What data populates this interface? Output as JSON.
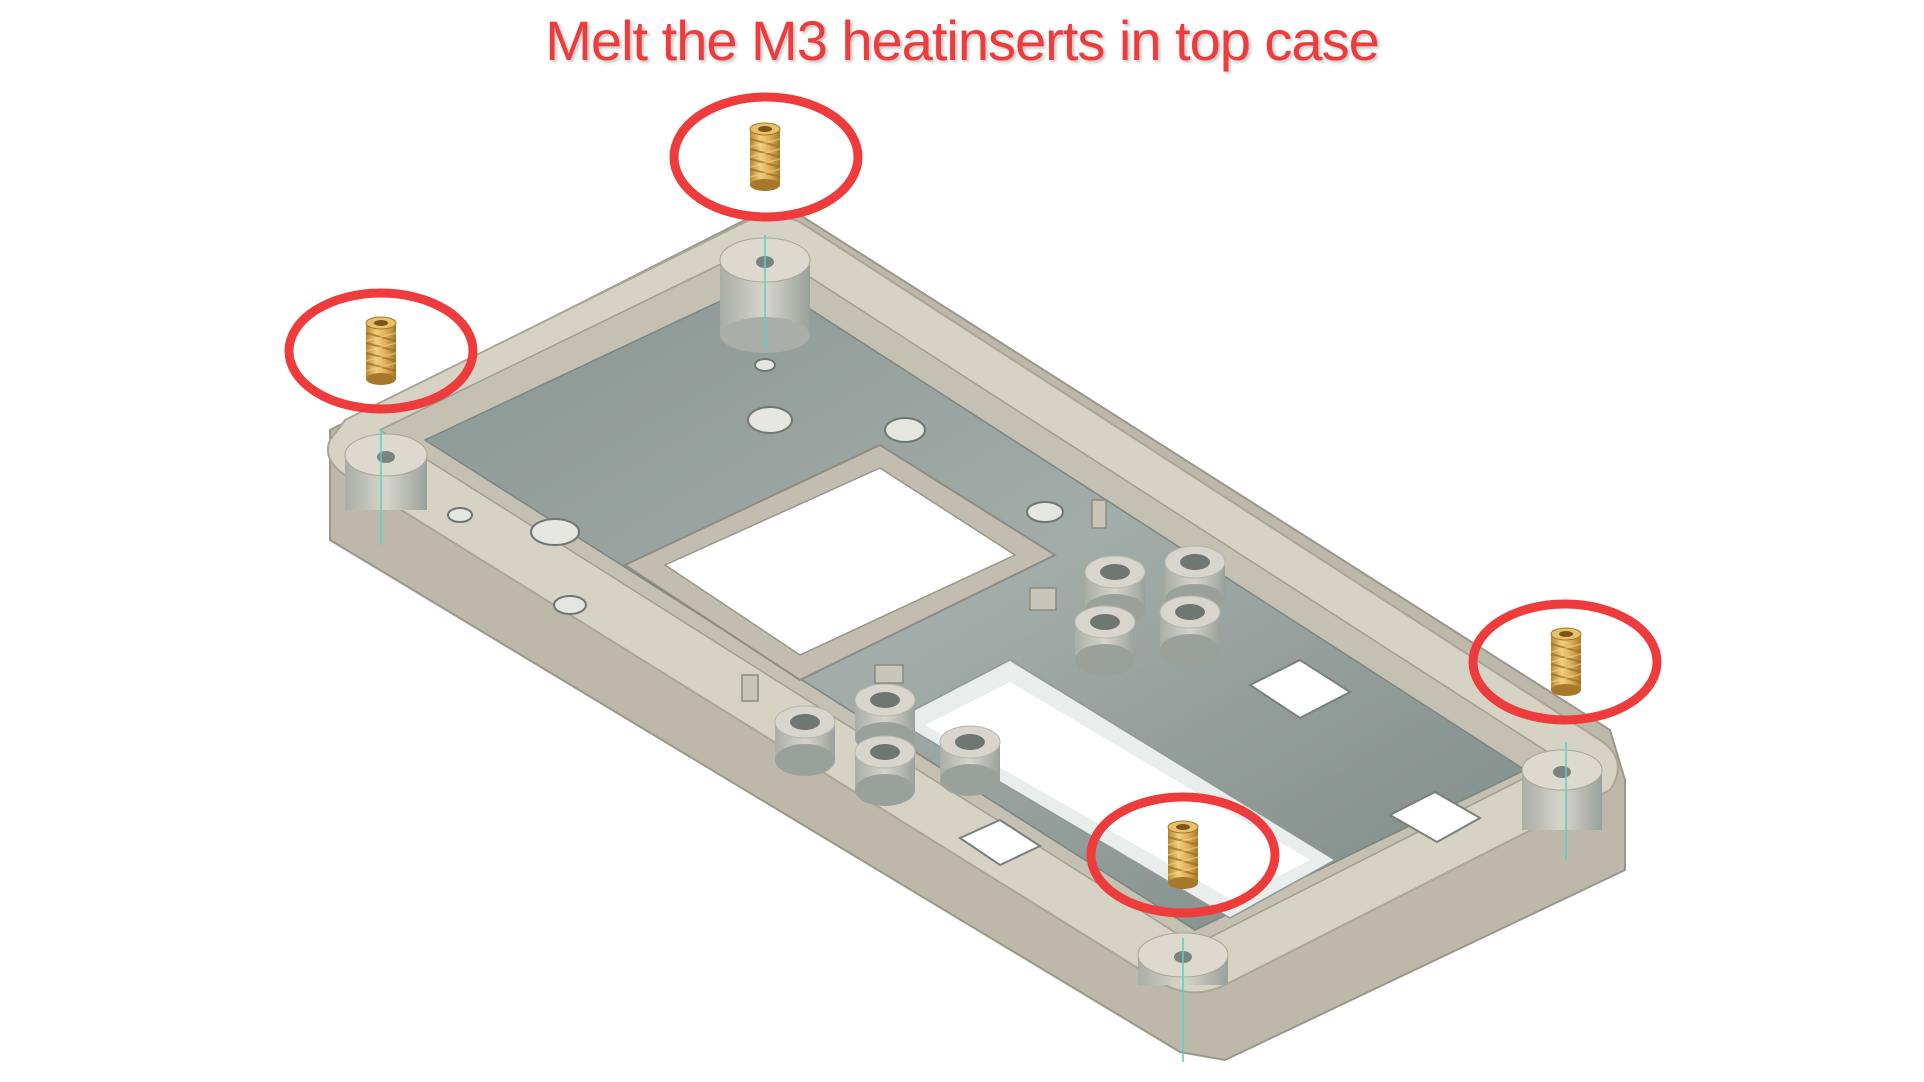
{
  "instruction": {
    "title": "Melt the M3 heatinserts in top case"
  },
  "colors": {
    "annotation_red": "#ee3b3b",
    "case_plastic": "#cfcbbd",
    "case_floor": "#8f9b98",
    "brass_insert": "#d9ad5c",
    "axis_line": "#55d0cc"
  },
  "parts": {
    "case": "top-case",
    "inserts": [
      {
        "name": "heatinsert-back"
      },
      {
        "name": "heatinsert-left"
      },
      {
        "name": "heatinsert-right"
      },
      {
        "name": "heatinsert-front"
      }
    ]
  }
}
